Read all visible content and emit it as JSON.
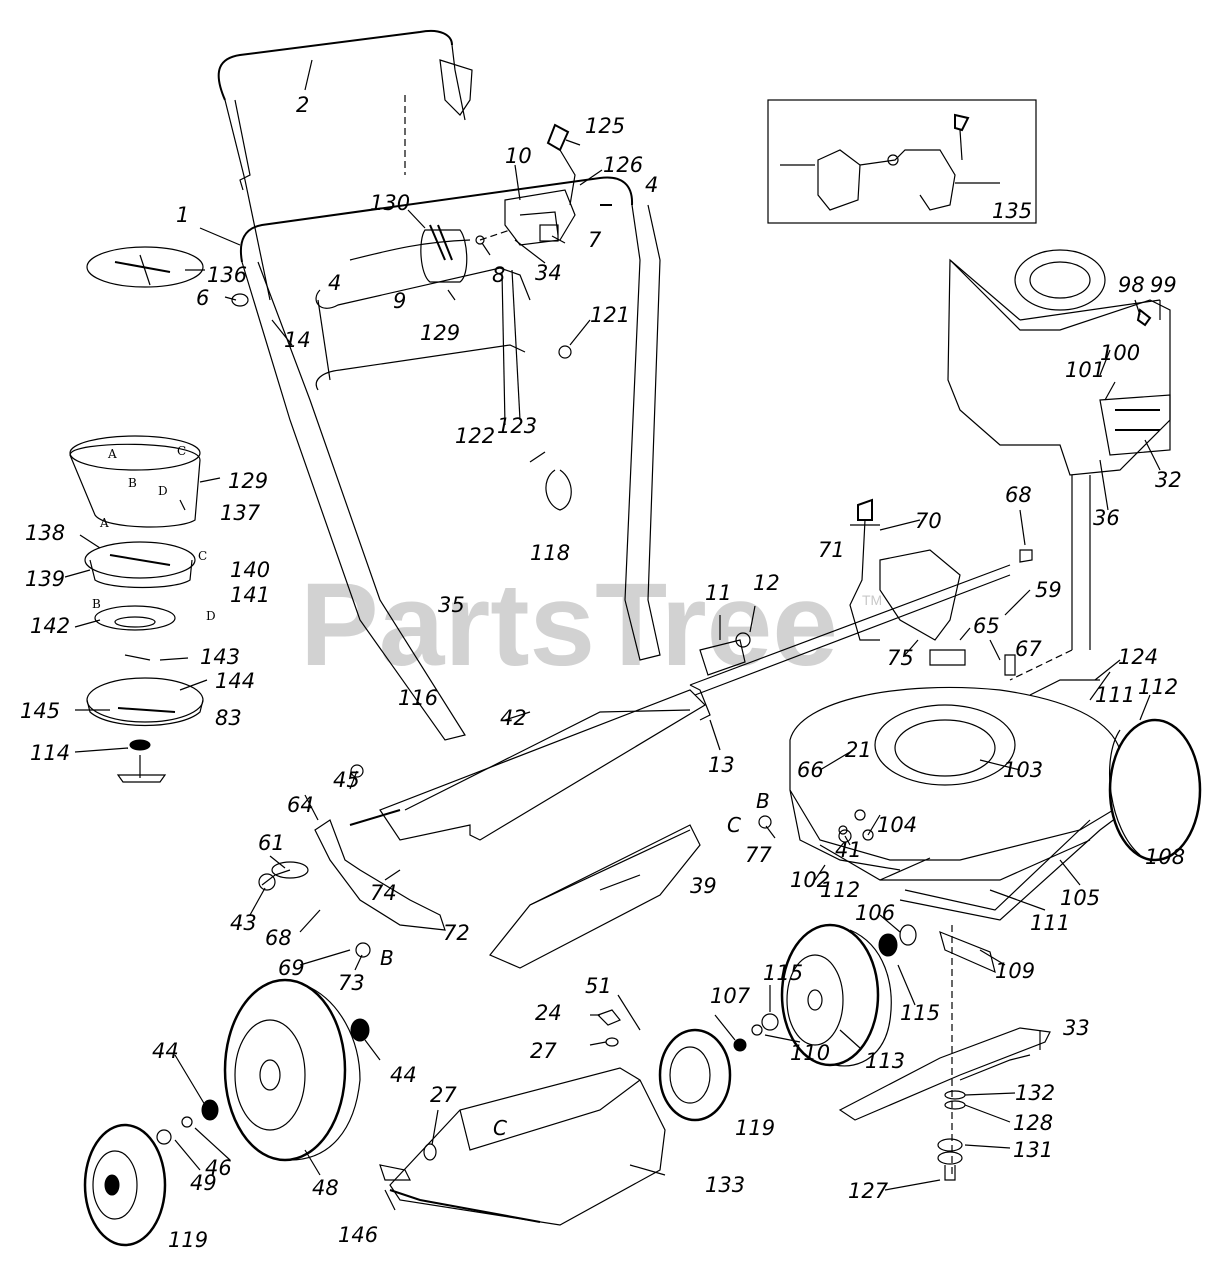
{
  "watermark": {
    "text": "PartsTree",
    "trademark": "TM"
  },
  "labels": {
    "l1": "1",
    "l2": "2",
    "l4a": "4",
    "l4b": "4",
    "l6": "6",
    "l7": "7",
    "l8": "8",
    "l9": "9",
    "l10": "10",
    "l11": "11",
    "l12": "12",
    "l13": "13",
    "l14": "14",
    "l21": "21",
    "l24": "24",
    "l27a": "27",
    "l27b": "27",
    "l32": "32",
    "l33": "33",
    "l34": "34",
    "l35": "35",
    "l36": "36",
    "l39": "39",
    "l41": "41",
    "l42": "42",
    "l43": "43",
    "l44a": "44",
    "l44b": "44",
    "l45": "45",
    "l46": "46",
    "l48": "48",
    "l49": "49",
    "l51": "51",
    "l59": "59",
    "l61": "61",
    "l64": "64",
    "l65": "65",
    "l66": "66",
    "l67": "67",
    "l68a": "68",
    "l68b": "68",
    "l69": "69",
    "l70": "70",
    "l71": "71",
    "l72": "72",
    "l73": "73",
    "l74": "74",
    "l75": "75",
    "l77": "77",
    "l83": "83",
    "l98": "98",
    "l99": "99",
    "l100": "100",
    "l101": "101",
    "l102": "102",
    "l103": "103",
    "l104": "104",
    "l105": "105",
    "l106": "106",
    "l107": "107",
    "l108": "108",
    "l109": "109",
    "l110": "110",
    "l111a": "111",
    "l111b": "111",
    "l112a": "112",
    "l112b": "112",
    "l113": "113",
    "l114": "114",
    "l115a": "115",
    "l115b": "115",
    "l116": "116",
    "l118": "118",
    "l119a": "119",
    "l119b": "119",
    "l121": "121",
    "l122": "122",
    "l123": "123",
    "l124": "124",
    "l125": "125",
    "l126": "126",
    "l127": "127",
    "l128": "128",
    "l129a": "129",
    "l129b": "129",
    "l130": "130",
    "l131": "131",
    "l132": "132",
    "l133": "133",
    "l135": "135",
    "l136": "136",
    "l137": "137",
    "l138": "138",
    "l139": "139",
    "l140": "140",
    "l141": "141",
    "l142": "142",
    "l143": "143",
    "l144": "144",
    "l145": "145",
    "l146": "146"
  },
  "letters": {
    "b_deck": "B",
    "c_deck": "C",
    "b_bracket": "B",
    "c_chute": "C",
    "a_bag": "A",
    "b_bag": "B",
    "c_bag": "C",
    "d_bag": "D",
    "a_lower": "A",
    "b_lower": "B",
    "c_lower": "C",
    "d_lower": "D"
  }
}
